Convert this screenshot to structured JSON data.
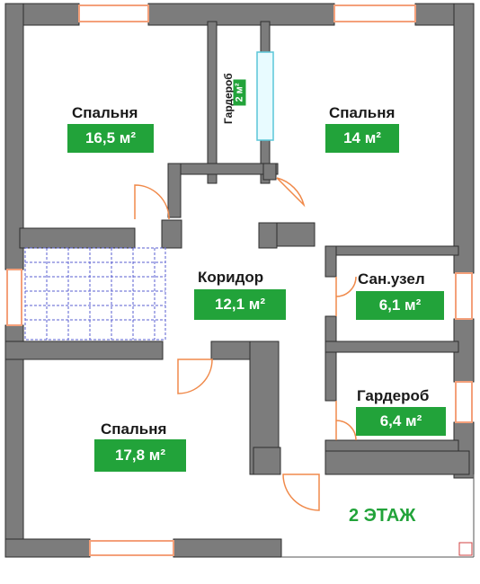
{
  "rooms": {
    "bedroom_1": {
      "name": "Спальня",
      "area": "16,5 м²"
    },
    "wardrobe_small": {
      "name": "Гардероб",
      "area": "2 м²"
    },
    "bedroom_2": {
      "name": "Спальня",
      "area": "14 м²"
    },
    "corridor": {
      "name": "Коридор",
      "area": "12,1 м²"
    },
    "bathroom": {
      "name": "Сан.узел",
      "area": "6,1 м²"
    },
    "wardrobe_large": {
      "name": "Гардероб",
      "area": "6,4 м²"
    },
    "bedroom_3": {
      "name": "Спальня",
      "area": "17,8 м²"
    }
  },
  "floor_label": "2 ЭТАЖ",
  "colors": {
    "wall": "#7c7c7c",
    "label_bg": "#22a33a",
    "door": "#f08a4b",
    "stairs": "#5a5fd0",
    "window": "#f4a07a"
  }
}
